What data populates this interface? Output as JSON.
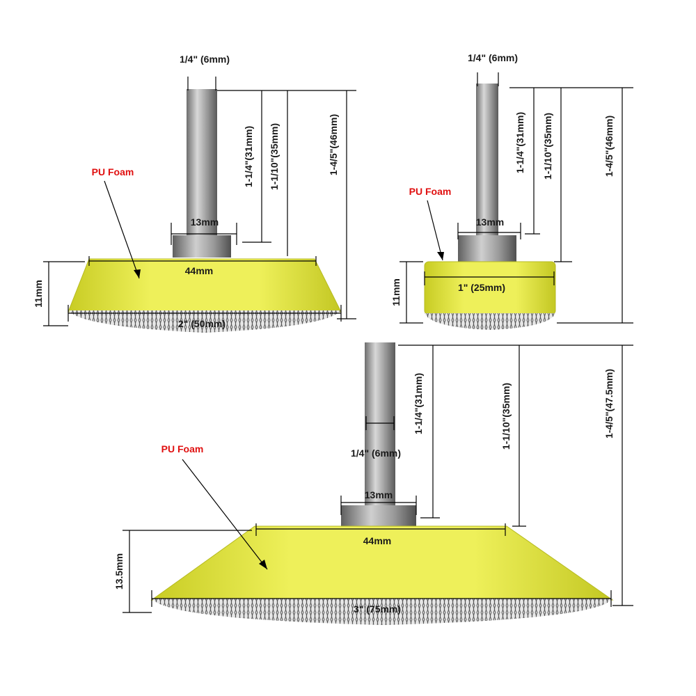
{
  "colors": {
    "foam": "#eef05a",
    "foam_shade": "#c9cd2a",
    "shank": "#9a9a9a",
    "label_red": "#e01010"
  },
  "product_small": {
    "shank_label": "1/4\" (6mm)",
    "collar_label": "13mm",
    "top_label": "44mm",
    "base_label": "2\" (50mm)",
    "height_label": "11mm",
    "dim1_label": "1-1/4\"(31mm)",
    "dim2_label": "1-1/10\"(35mm)",
    "dim3_label": "1-4/5\"(46mm)",
    "foam_label": "PU Foam"
  },
  "product_mini": {
    "shank_label": "1/4\" (6mm)",
    "collar_label": "13mm",
    "base_label": "1\" (25mm)",
    "height_label": "11mm",
    "dim1_label": "1-1/4\"(31mm)",
    "dim2_label": "1-1/10\"(35mm)",
    "dim3_label": "1-4/5\"(46mm)",
    "foam_label": "PU Foam"
  },
  "product_large": {
    "shank_label": "1/4\" (6mm)",
    "collar_label": "13mm",
    "top_label": "44mm",
    "base_label": "3\" (75mm)",
    "height_label": "13.5mm",
    "dim1_label": "1-1/4\"(31mm)",
    "dim2_label": "1-1/10\"(35mm)",
    "dim3_label": "1-4/5\"(47.5mm)",
    "foam_label": "PU Foam"
  }
}
